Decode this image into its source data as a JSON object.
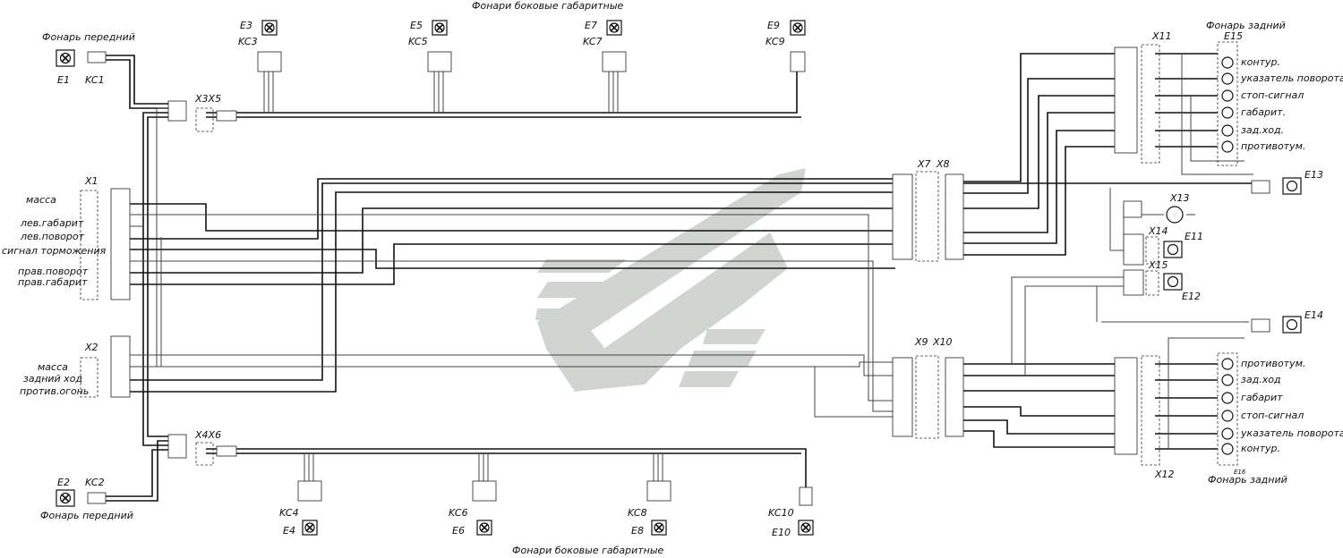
{
  "titles": {
    "side_top": "Фонари боковые габаритные",
    "side_bottom": "Фонари боковые габаритные",
    "front_top": "Фонарь передний",
    "front_bottom": "Фонарь передний",
    "rear_top": "Фонарь задний",
    "rear_bottom": "Фонарь задний"
  },
  "lamps": {
    "e1": "E1",
    "e2": "E2",
    "e3": "E3",
    "e4": "E4",
    "e5": "E5",
    "e6": "E6",
    "e7": "E7",
    "e8": "E8",
    "e9": "E9",
    "e10": "E10",
    "e11": "E11",
    "e12": "E12",
    "e13": "E13",
    "e14": "E14",
    "e15": "E15",
    "e16": "E16"
  },
  "connectors": {
    "kc1": "KC1",
    "kc2": "KC2",
    "kc3": "KC3",
    "kc4": "KC4",
    "kc5": "KC5",
    "kc6": "KC6",
    "kc7": "KC7",
    "kc8": "KC8",
    "kc9": "KC9",
    "kc10": "KC10",
    "x1": "X1",
    "x2": "X2",
    "x3x5": "X3X5",
    "x4x6": "X4X6",
    "x7": "X7",
    "x8": "X8",
    "x9": "X9",
    "x10": "X10",
    "x11": "X11",
    "x12": "X12",
    "x13": "X13",
    "x14": "X14",
    "x15": "X15"
  },
  "x1_labels": [
    "масса",
    "лев.габарит",
    "лев.поворот",
    "сигнал торможения",
    "прав.поворот",
    "прав.габарит"
  ],
  "x2_labels": [
    "масса",
    "задний ход",
    "против.огонь"
  ],
  "rear_top_functions": [
    "контур.",
    "указатель поворота",
    "стоп-сигнал",
    "габарит.",
    "зад.ход.",
    "противотум."
  ],
  "rear_bottom_functions": [
    "противотум.",
    "зад.ход",
    "габарит",
    "стоп-сигнал",
    "указатель поворота",
    "контур."
  ]
}
